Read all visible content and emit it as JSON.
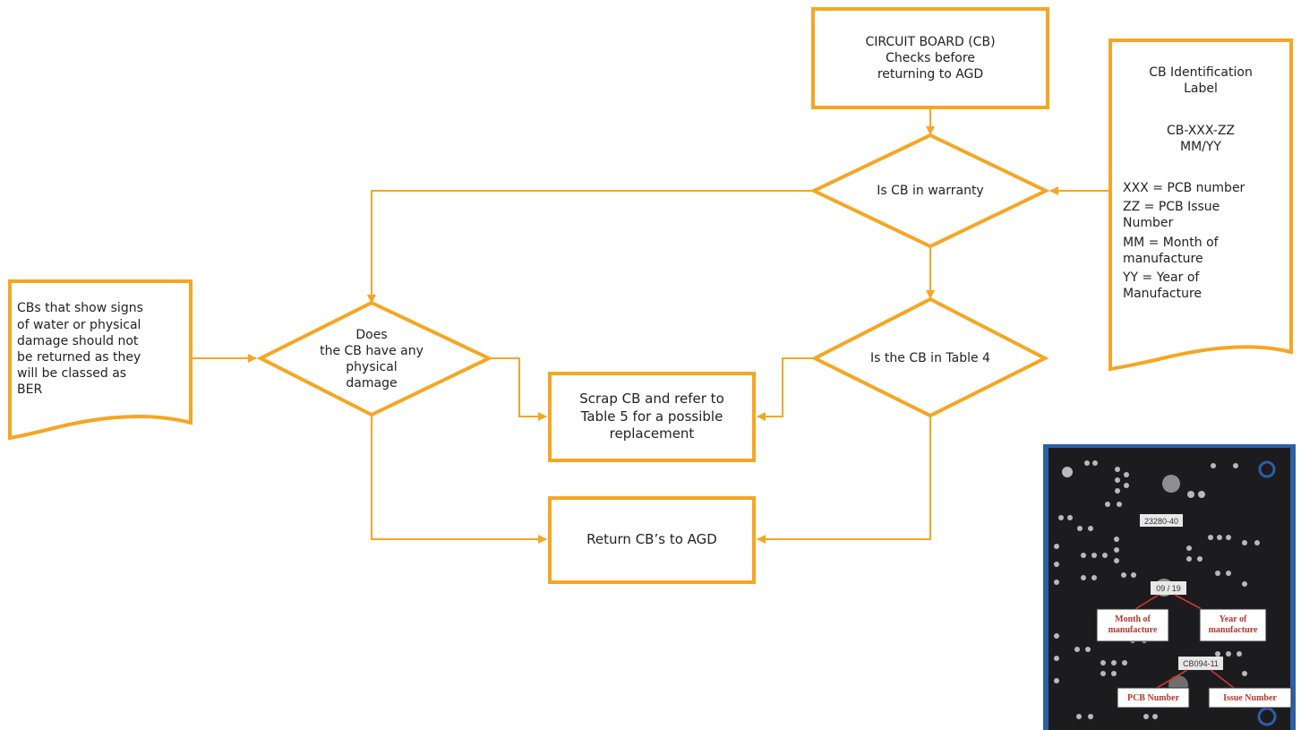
{
  "colors": {
    "accent": "#f5a623",
    "text": "#222222",
    "board": "#1c1c1e",
    "callout_text": "#b5362f"
  },
  "nodes": {
    "start": "CIRCUIT BOARD (CB)\nChecks before\nreturning to AGD",
    "warranty": "Is CB in warranty",
    "table4": "Is the CB in Table 4",
    "damage": "Does\nthe CB have any\nphysical\ndamage",
    "scrap": "Scrap CB and refer to\nTable 5 for a possible\nreplacement",
    "return": "Return CB’s to AGD"
  },
  "notes": {
    "damage_note": "CBs that show signs\nof water or physical\ndamage should not\nbe returned as they\nwill be classed as\nBER",
    "label_title": "CB Identification\nLabel",
    "label_code": "CB-XXX-ZZ\nMM/YY",
    "label_legend": [
      "XXX = PCB number",
      "ZZ = PCB Issue\nNumber",
      "MM = Month of\nmanufacture",
      "YY = Year of\nManufacture"
    ]
  },
  "photo": {
    "code1": "23280-40",
    "date": "09 / 19",
    "pcb_code": "CB094-11",
    "callouts": {
      "month": "Month of\nmanufacture",
      "year": "Year of\nmanufacture",
      "pcb": "PCB Number",
      "issue": "Issue Number"
    }
  }
}
